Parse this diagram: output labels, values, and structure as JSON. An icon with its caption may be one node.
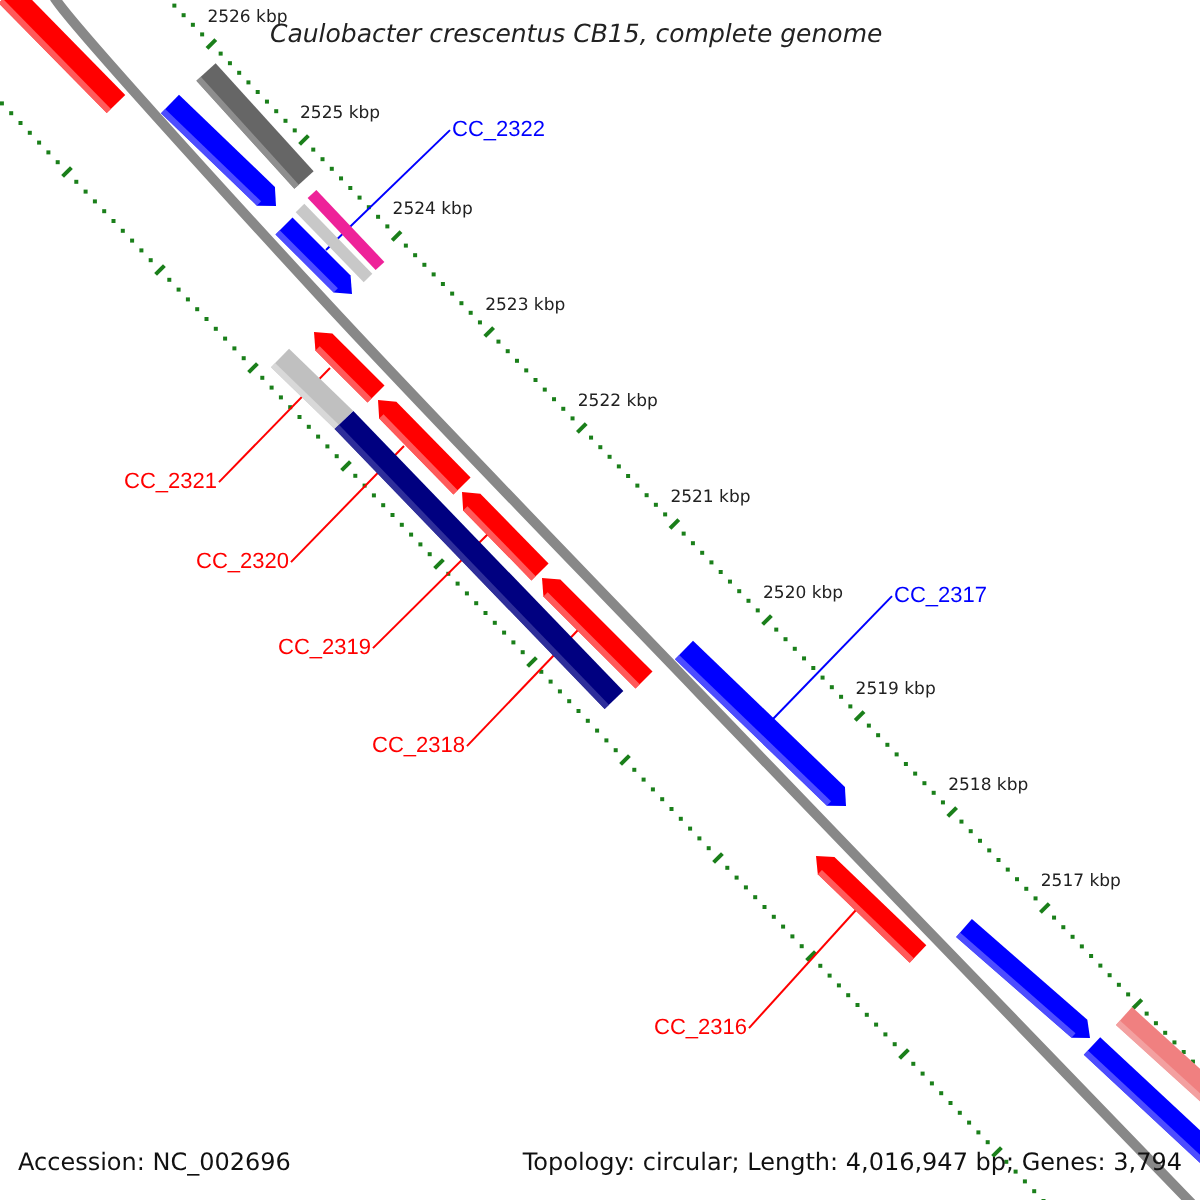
{
  "diagram": {
    "title": "Caulobacter crescentus CB15, complete genome",
    "nodes": [
      {
        "text": [
          "CC_2322"
        ]
      },
      {
        "text": [
          "CC_2321"
        ]
      },
      {
        "text": [
          "CC_2320"
        ]
      },
      {
        "text": [
          "CC_2319"
        ]
      },
      {
        "text": [
          "CC_2318"
        ]
      },
      {
        "text": [
          "CC_2317"
        ]
      },
      {
        "text": [
          "CC_2316"
        ]
      },
      {
        "text": [],
        "shape": "box"
      },
      {
        "text": [],
        "shape": "box"
      },
      {
        "text": [],
        "shape": "bar"
      },
      {
        "text": [],
        "shape": "box"
      },
      {
        "text": [],
        "shape": "box"
      },
      {
        "text": [],
        "shape": "bar"
      },
      {
        "text": [],
        "shape": "bar"
      },
      {
        "text": [],
        "shape": "box"
      },
      {
        "text": [],
        "shape": "bar"
      },
      {
        "text": [],
        "shape": "box"
      },
      {
        "text": [],
        "shape": "bar"
      },
      {
        "text": [],
        "shape": "bar"
      },
      {
        "text": [],
        "shape": "bar"
      },
      {
        "text": [],
        "shape": "bar"
      },
      {
        "text": [],
        "shape": "bar"
      },
      {
        "text": [],
        "shape": "box"
      },
      {
        "text": [],
        "shape": "box"
      }
    ],
    "edges": [
      {
        "from": 0,
        "to": 12,
        "arrow": "none",
        "color": "#0000ff"
      },
      {
        "from": 1,
        "to": 13,
        "arrow": "none"
      },
      {
        "from": 2,
        "to": 15,
        "arrow": "none"
      },
      {
        "from": 3,
        "to": 17,
        "arrow": "none"
      },
      {
        "from": 4,
        "to": 18,
        "arrow": "none"
      },
      {
        "from": 5,
        "to": 19,
        "arrow": "none",
        "color": "#0000ff"
      },
      {
        "from": 6,
        "to": 20,
        "arrow": "none"
      }
    ],
    "labels": [
      "2526 kbp",
      "2525 kbp",
      "2524 kbp",
      "2523 kbp",
      "2522 kbp",
      "2521 kbp",
      "2520 kbp",
      "2519 kbp",
      "2518 kbp",
      "2517 kbp",
      "Accession: NC_002696",
      "Topology: circular; Length: 4,016,947 bp; Genes: 3,794"
    ]
  }
}
